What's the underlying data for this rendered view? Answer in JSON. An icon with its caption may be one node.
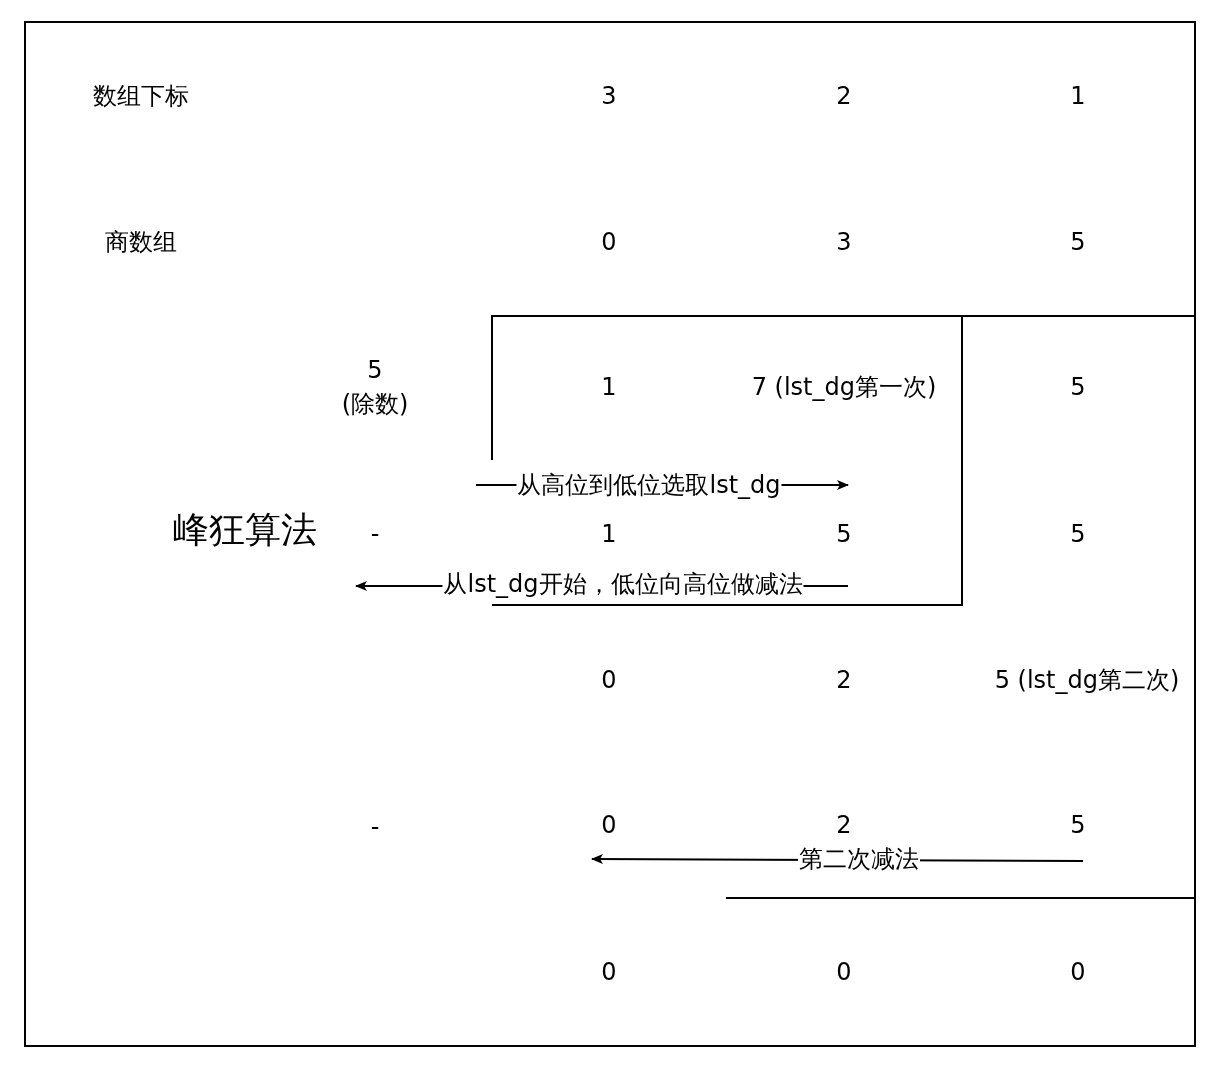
{
  "diagram": {
    "labels": [
      "数组下标",
      "3",
      "2",
      "1",
      "商数组",
      "0",
      "3",
      "5",
      "5 (除数)",
      "1",
      "7 (lst_dg第一次)",
      "5",
      "从高位到低位选取lst_dg",
      "峰狂算法",
      "-",
      "1",
      "5",
      "5",
      "从lst_dg开始，低位向高位做减法",
      "0",
      "2",
      "5 (lst_dg第二次)",
      "-",
      "0",
      "2",
      "5",
      "第二次减法",
      "0",
      "0",
      "0"
    ]
  }
}
